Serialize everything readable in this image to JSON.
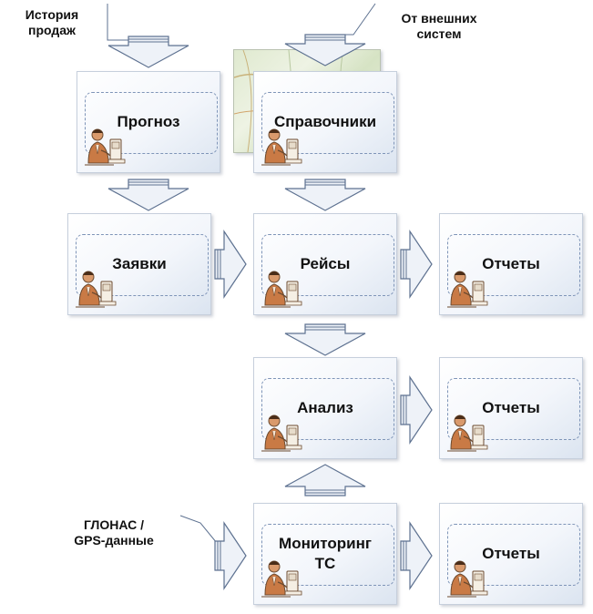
{
  "notes": {
    "sales_history": "История\nпродаж",
    "external_systems": "От внешних\nсистем",
    "glonass": "ГЛОНАС /\nGPS-данные"
  },
  "boxes": {
    "forecast": "Прогноз",
    "directories": "Справочники",
    "orders": "Заявки",
    "trips": "Рейсы",
    "reports_1": "Отчеты",
    "analysis": "Анализ",
    "reports_2": "Отчеты",
    "monitoring": "Мониторинг\nТС",
    "reports_3": "Отчеты"
  },
  "colors": {
    "arrow_fill": "#eef2f8",
    "arrow_stroke": "#5d7190",
    "box_border": "#c6cfdc",
    "dashed_border": "#7f95b8"
  },
  "icons": {
    "person": "person-at-computer-icon",
    "map": "map-thumbnail-image"
  }
}
